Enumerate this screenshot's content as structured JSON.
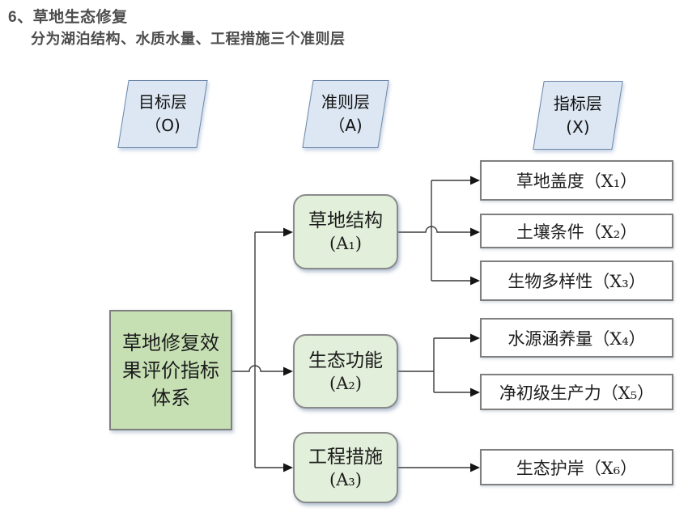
{
  "page": {
    "title": "6、草地生态修复",
    "subtitle": "分为湖泊结构、水质水量、工程措施三个准则层"
  },
  "layer_headers": {
    "goal": {
      "line1": "目标层",
      "line2": "（O)"
    },
    "criteria": {
      "line1": "准则层",
      "line2": "（A)"
    },
    "indicators": {
      "line1": "指标层",
      "line2": "(X)"
    }
  },
  "goal_node": {
    "label": "草地修复效果评价指标体系"
  },
  "criteria": [
    {
      "name": "草地结构",
      "code": "(A₁)"
    },
    {
      "name": "生态功能",
      "code": "(A₂)"
    },
    {
      "name": "工程措施",
      "code": "(A₃)"
    }
  ],
  "indicators": [
    {
      "label": "草地盖度（X₁）"
    },
    {
      "label": "土壤条件（X₂）"
    },
    {
      "label": "生物多样性（X₃）"
    },
    {
      "label": "水源涵养量（X₄）"
    },
    {
      "label": "净初级生产力（X₅）"
    },
    {
      "label": "生态护岸（X₆）"
    }
  ],
  "colors": {
    "header_fill": "#dce7f3",
    "header_border": "#6d87a8",
    "goal_fill": "#c6e0b4",
    "criterion_fill": "#e2efda",
    "indicator_fill": "#ffffff",
    "node_border": "#7f7f7f",
    "connector": "#3c3c3c",
    "title_text": "#4d4d4d"
  }
}
